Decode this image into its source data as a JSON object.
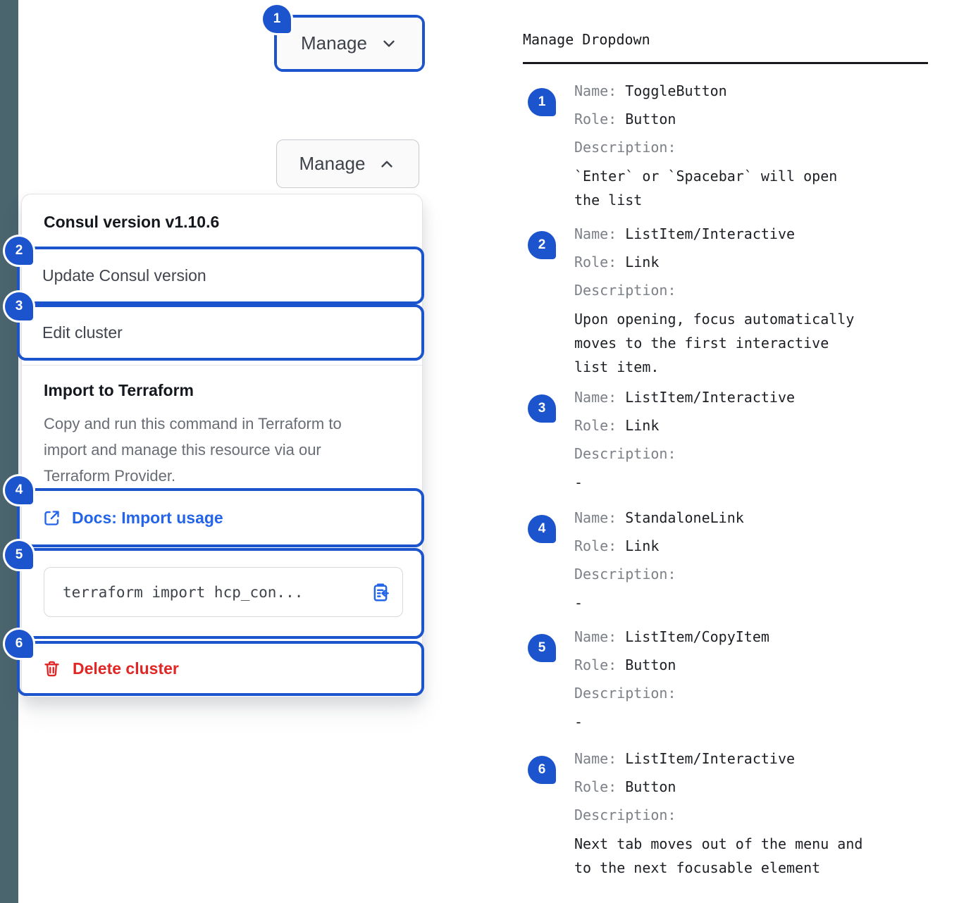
{
  "demo": {
    "toggle_closed": {
      "label": "Manage",
      "icon": "chevron-down"
    },
    "toggle_open": {
      "label": "Manage",
      "icon": "chevron-up"
    },
    "menu": {
      "version_label": "Consul version v1.10.6",
      "update_item": "Update Consul version",
      "edit_item": "Edit cluster",
      "import_title": "Import to Terraform",
      "import_description": "Copy and run this command in Terraform to import and manage this resource via our Terraform Provider.",
      "docs_link_label": "Docs: Import usage",
      "docs_link_icon": "external-link",
      "copy_command": "terraform import hcp_con...",
      "copy_icon": "clipboard-copy",
      "delete_item": "Delete cluster",
      "delete_icon": "trash"
    },
    "badges": {
      "b1": "1",
      "b2": "2",
      "b3": "3",
      "b4": "4",
      "b5": "5",
      "b6": "6"
    }
  },
  "spec": {
    "title": "Manage Dropdown",
    "field_labels": {
      "name": "Name:",
      "role": "Role:",
      "description": "Description:"
    },
    "entries": [
      {
        "num": "1",
        "name": "ToggleButton",
        "role": "Button",
        "description": "`Enter` or `Spacebar` will open the list"
      },
      {
        "num": "2",
        "name": "ListItem/Interactive",
        "role": "Link",
        "description": "Upon opening, focus automatically moves to the first interactive list item."
      },
      {
        "num": "3",
        "name": "ListItem/Interactive",
        "role": "Link",
        "description": "-"
      },
      {
        "num": "4",
        "name": "StandaloneLink",
        "role": "Link",
        "description": "-"
      },
      {
        "num": "5",
        "name": "ListItem/CopyItem",
        "role": "Button",
        "description": "-"
      },
      {
        "num": "6",
        "name": "ListItem/Interactive",
        "role": "Button",
        "description": "Next tab moves out of the menu and to the next focusable element"
      }
    ]
  },
  "colors": {
    "annotation_blue": "#1b54cd",
    "link_blue": "#2364e9",
    "danger_red": "#e12626",
    "left_strip": "#4b656f"
  }
}
